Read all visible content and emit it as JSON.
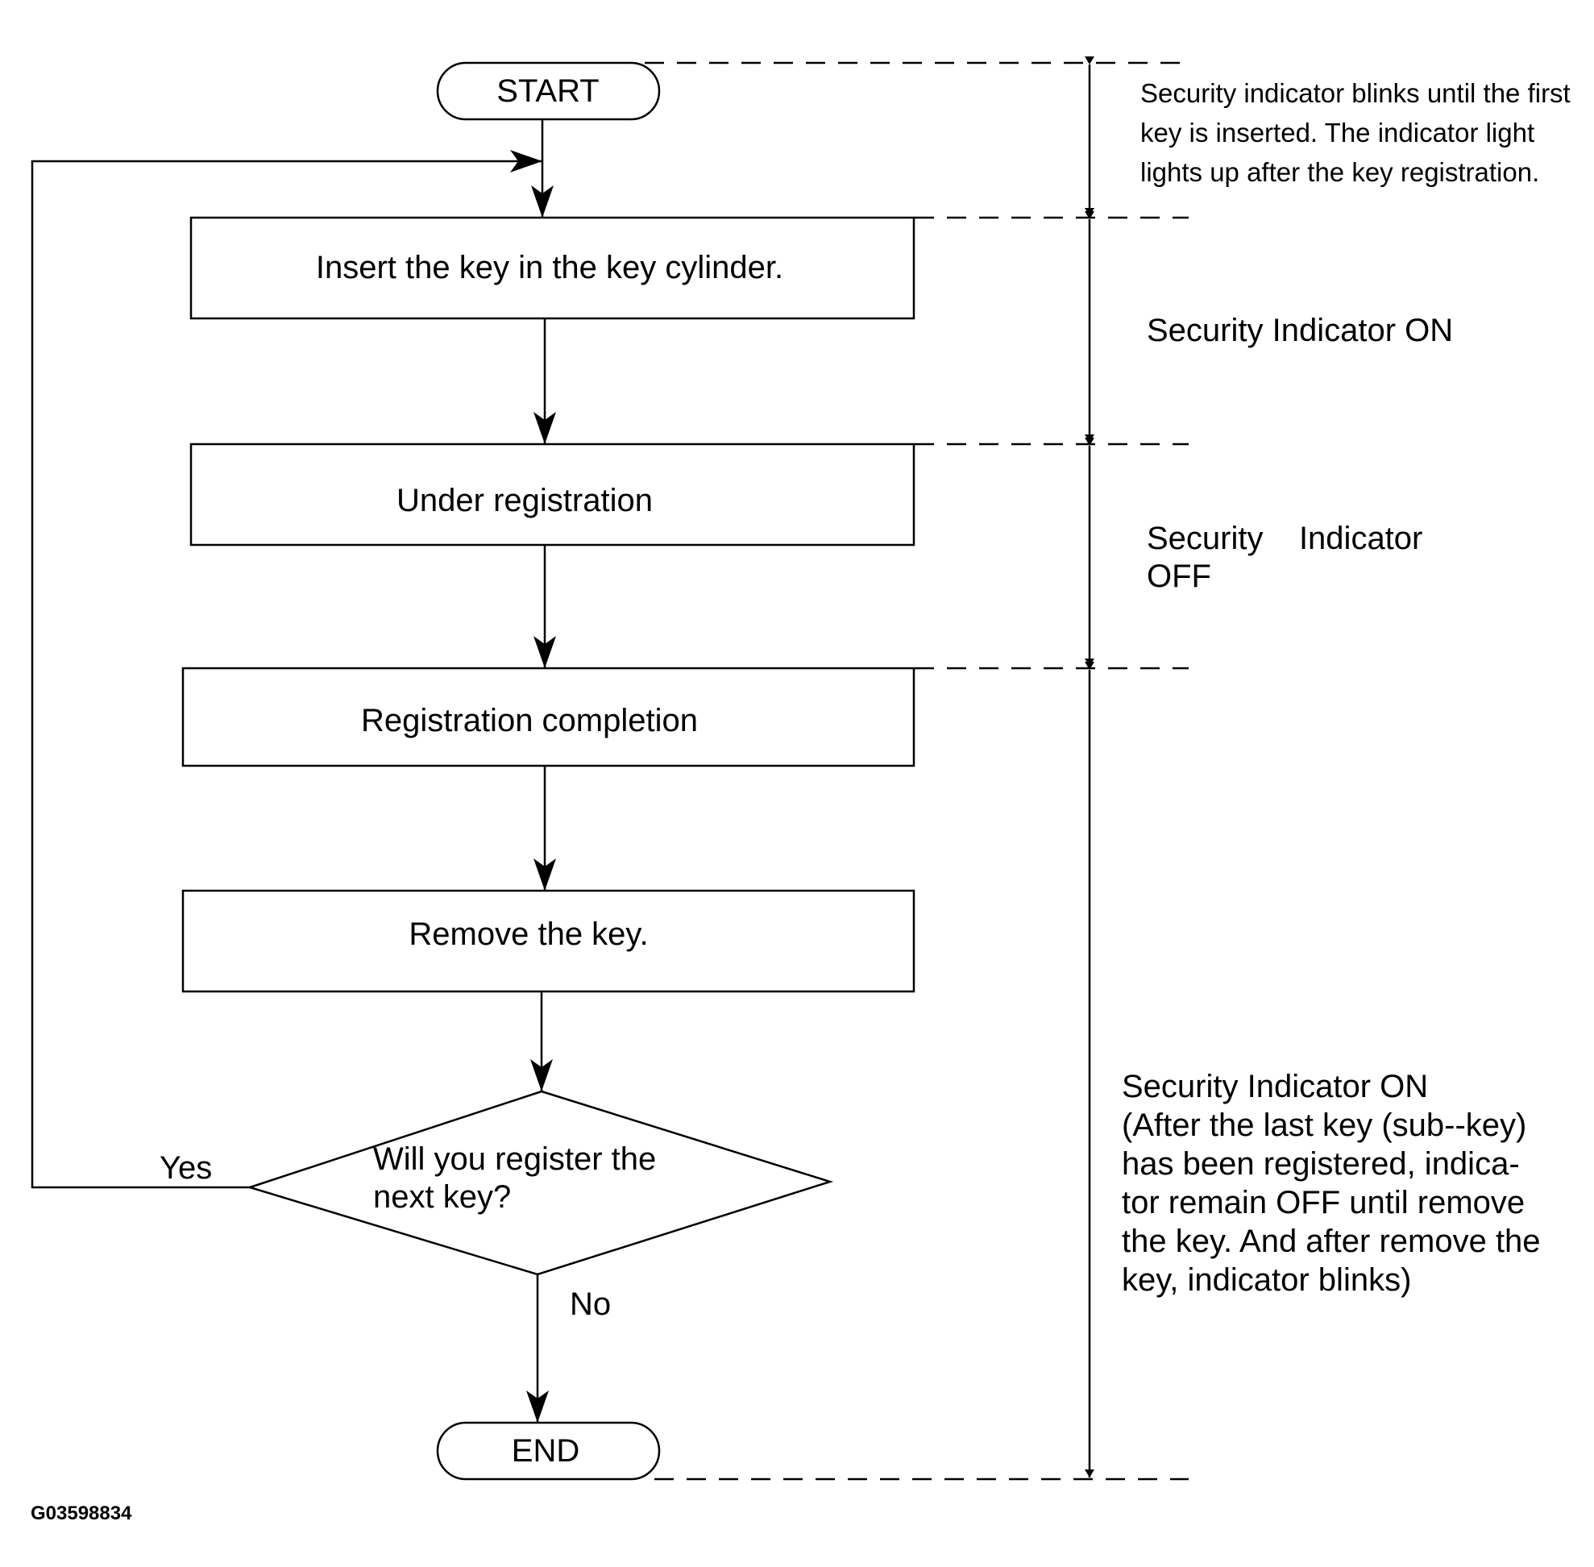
{
  "nodes": {
    "start": "START",
    "insert_key": "Insert the key in the key cylinder.",
    "under_registration": "Under registration",
    "registration_completion": "Registration completion",
    "remove_key": "Remove the key.",
    "decision_line1": "Will you register the",
    "decision_line2": "next key?",
    "end": "END"
  },
  "branches": {
    "yes": "Yes",
    "no": "No"
  },
  "notes": {
    "blink": [
      "Security indicator blinks until the first",
      "key is inserted. The indicator light",
      "lights up after the key registration."
    ],
    "on1": "Security Indicator ON",
    "off": [
      "Security    Indicator",
      "OFF"
    ],
    "on2": [
      "Security Indicator ON",
      "(After the last key (sub--key)",
      "has been registered, indica-",
      "tor remain OFF until remove",
      "the key. And after remove the",
      "key, indicator blinks)"
    ]
  },
  "figure_id": "G03598834"
}
